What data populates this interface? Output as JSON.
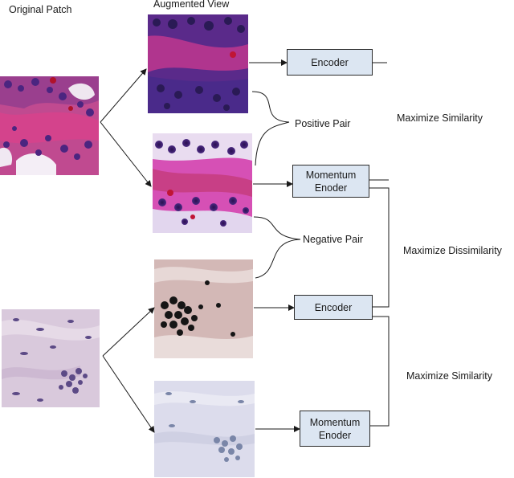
{
  "headings": {
    "original_patch": "Original Patch",
    "augmented_view": "Augmented View"
  },
  "blocks": {
    "encoder_top": "Encoder",
    "momentum_top_line1": "Momentum",
    "momentum_top_line2": "Enoder",
    "encoder_bottom": "Encoder",
    "momentum_bottom_line1": "Momentum",
    "momentum_bottom_line2": "Enoder"
  },
  "pairs": {
    "positive": "Positive Pair",
    "negative": "Negative Pair"
  },
  "objectives": {
    "maximize_similarity_top": "Maximize Similarity",
    "maximize_dissimilarity": "Maximize Dissimilarity",
    "maximize_similarity_bottom": "Maximize Similarity"
  },
  "colors": {
    "encoder_fill": "#dce6f2",
    "he_pink": "#c0407e",
    "he_purple": "#5a2a7a",
    "pale_lilac": "#d8c6d8"
  }
}
